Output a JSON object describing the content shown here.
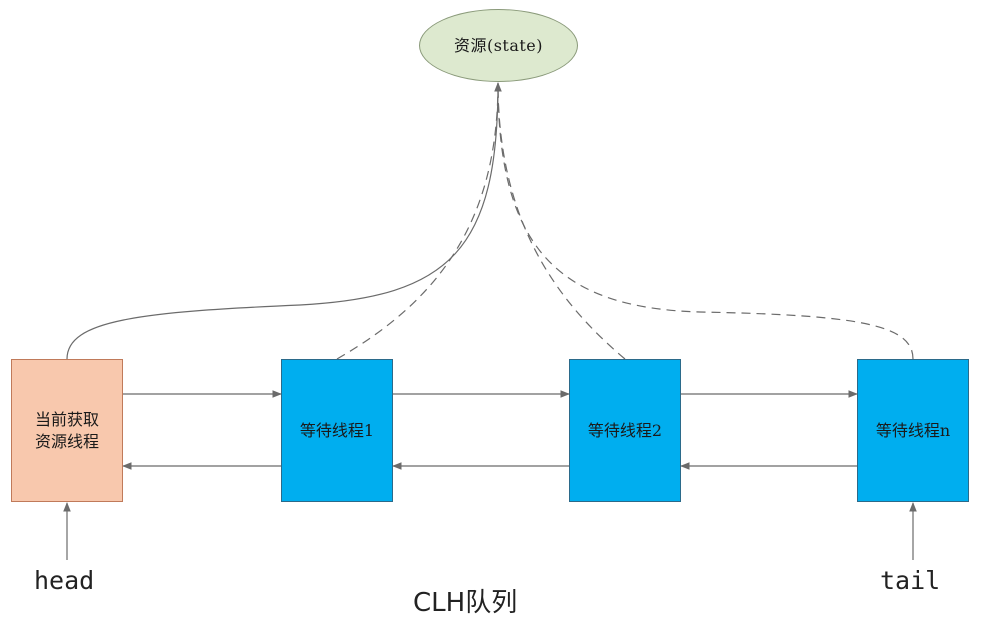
{
  "resource": {
    "label": "资源(state)"
  },
  "nodes": {
    "current": {
      "label": "当前获取资源线程"
    },
    "waiting": [
      {
        "label": "等待线程1"
      },
      {
        "label": "等待线程2"
      },
      {
        "label": "等待线程n"
      }
    ]
  },
  "pointers": {
    "head": "head",
    "tail": "tail"
  },
  "title": "CLH队列",
  "colors": {
    "current_fill": "#f8c8ad",
    "waiting_fill": "#00aeef",
    "resource_fill": "#dde9cf",
    "edge": "#6b6b6b"
  }
}
